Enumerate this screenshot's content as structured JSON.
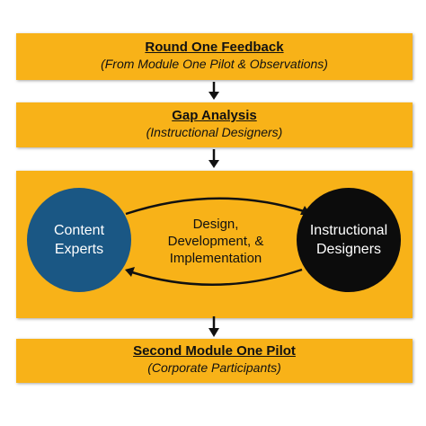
{
  "boxes": {
    "round_one": {
      "title": "Round One Feedback",
      "subtitle": "(From Module One Pilot & Observations)"
    },
    "gap_analysis": {
      "title": "Gap Analysis",
      "subtitle": "(Instructional Designers)"
    },
    "cycle": {
      "left_circle": [
        "Content",
        "Experts"
      ],
      "right_circle": [
        "Instructional",
        "Designers"
      ],
      "center": [
        "Design,",
        "Development, &",
        "Implementation"
      ]
    },
    "second_pilot": {
      "title": "Second Module One Pilot",
      "subtitle": "(Corporate Participants)"
    }
  },
  "colors": {
    "box_fill": "#F8B218",
    "left_circle": "#1A5784",
    "right_circle": "#0c0c0c",
    "arrow": "#111111"
  }
}
